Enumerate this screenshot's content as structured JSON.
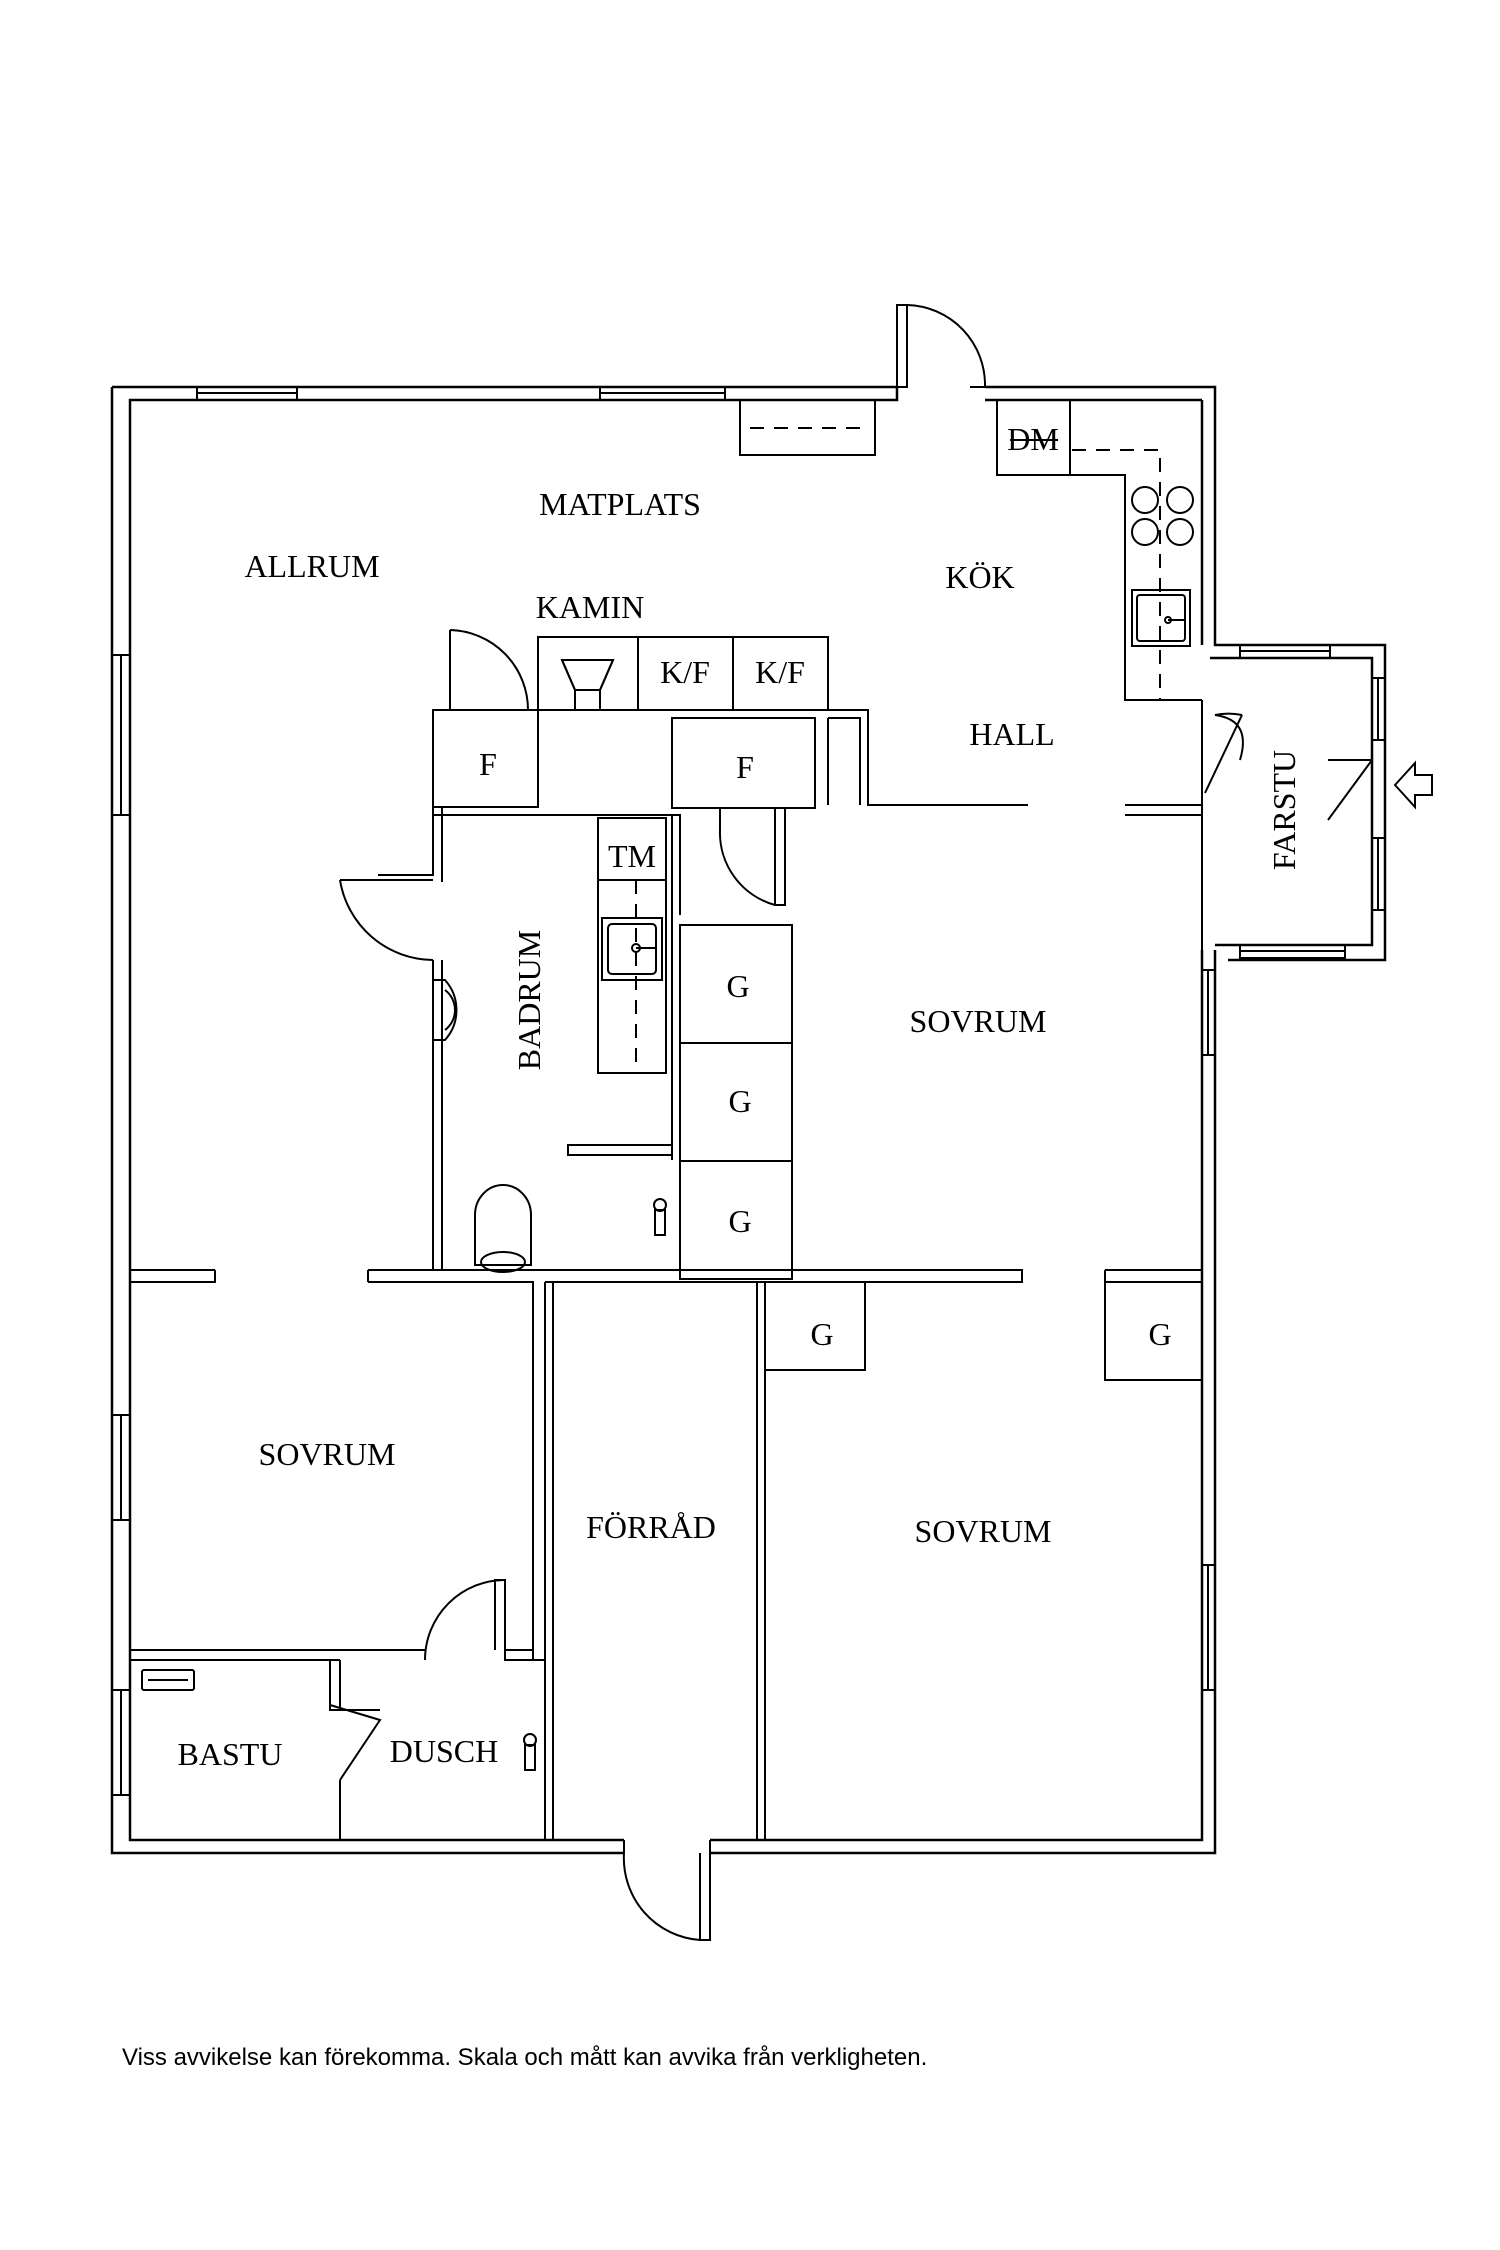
{
  "rooms": {
    "allrum": "ALLRUM",
    "matplats": "MATPLATS",
    "kok": "KÖK",
    "kamin": "KAMIN",
    "hall": "HALL",
    "farstu": "FARSTU",
    "badrum": "BADRUM",
    "sovrum_1": "SOVRUM",
    "sovrum_2": "SOVRUM",
    "sovrum_3": "SOVRUM",
    "forrad": "FÖRRÅD",
    "bastu": "BASTU",
    "dusch": "DUSCH"
  },
  "fixtures": {
    "dm": "DM",
    "tm": "TM",
    "kf_1": "K/F",
    "kf_2": "K/F",
    "f_1": "F",
    "f_2": "F",
    "g_1": "G",
    "g_2": "G",
    "g_3": "G",
    "g_4": "G",
    "g_5": "G"
  },
  "disclaimer": "Viss avvikelse kan förekomma. Skala och mått kan avvika från verkligheten."
}
